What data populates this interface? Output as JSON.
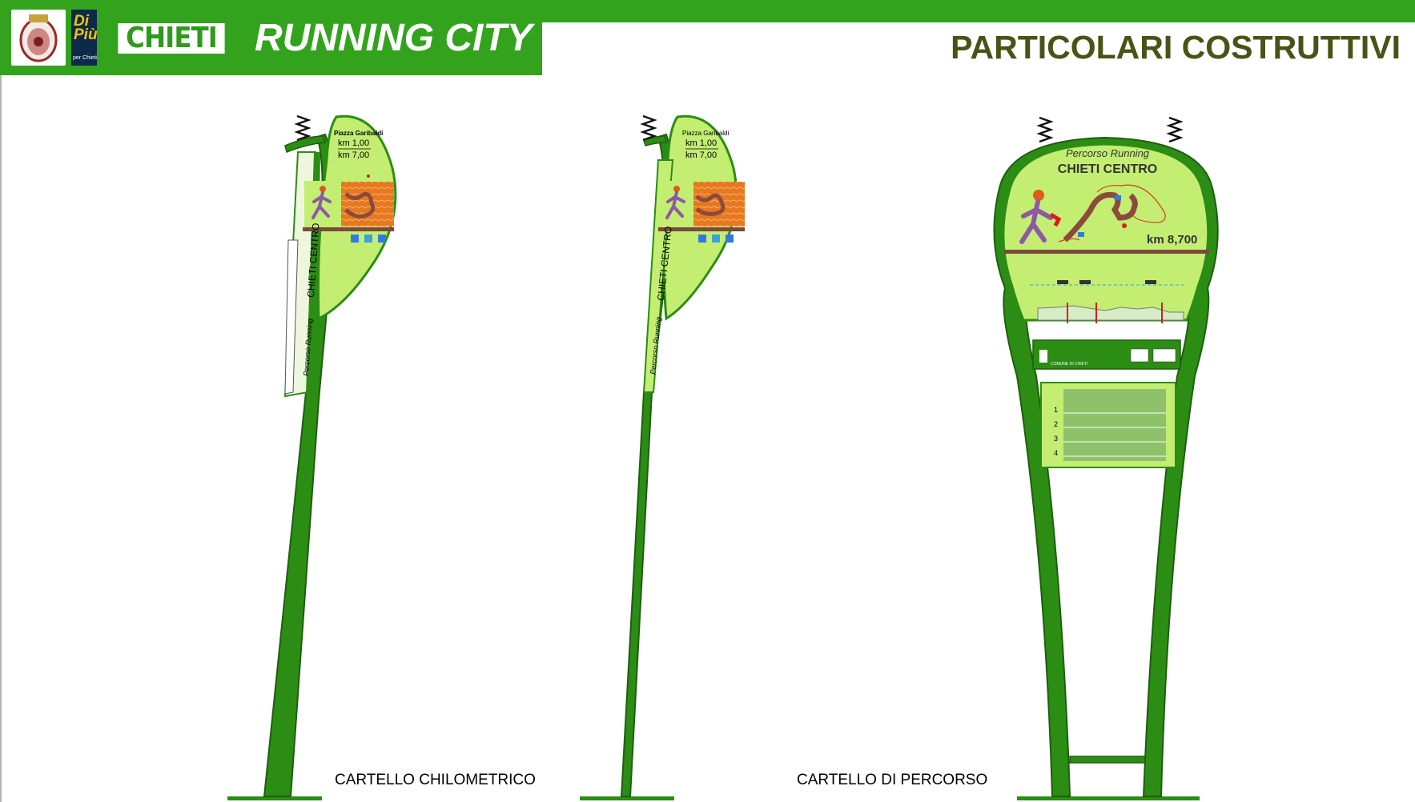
{
  "header": {
    "brand_di": "Di",
    "brand_piu": "Più",
    "brand_sub": "per Chieti",
    "city": "CHIETI",
    "title": "RUNNING CITY",
    "section_title": "PARTICOLARI COSTRUTTIVI"
  },
  "sign1": {
    "place": "Piazza Garibaldi",
    "km_a": "km 1,00",
    "km_b": "km 7,00",
    "route_name": "CHIETI CENTRO",
    "route_type": "Percorso Running",
    "caption": "CARTELLO CHILOMETRICO"
  },
  "sign2": {
    "place": "Piazza Garibaldi",
    "km_a": "km 1,00",
    "km_b": "km 7,00",
    "route_name": "CHIETI CENTRO",
    "route_type": "Percorso Running",
    "caption": "CARTELLO DI PERCORSO"
  },
  "sign3": {
    "route_type": "Percorso Running",
    "route_name": "CHIETI CENTRO",
    "distance": "km 8,700",
    "sponsor_label": "COMUNE DI CHIETI",
    "list_numbers": [
      "1",
      "2",
      "3",
      "4"
    ]
  },
  "colors": {
    "brand_green": "#33a31d",
    "pole_green": "#2c8d15",
    "panel_light": "#c3ee72",
    "title_olive": "#4a5216",
    "map_orange": "#e8781f",
    "route_brown": "#8a4b3c"
  }
}
